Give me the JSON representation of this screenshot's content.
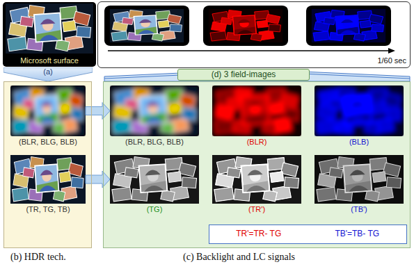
{
  "diagram": {
    "nodes": [
      {
        "text": [
          "Microsoft surface"
        ]
      },
      {
        "text": [
          "(a)"
        ]
      },
      {
        "text": [
          "(b) HDR tech."
        ]
      },
      {
        "text": [
          "(BLR, BLG, BLB)"
        ],
        "in": 2
      },
      {
        "text": [
          "(TR, TG, TB)"
        ],
        "in": 2
      },
      {
        "text": [
          "1/60 sec"
        ]
      },
      {
        "text": [
          "(d) 3 field-images"
        ]
      },
      {
        "text": [
          "(c) Backlight and LC signals"
        ]
      },
      {
        "text": [
          "(BLR, BLG, BLB)"
        ],
        "in": 7
      },
      {
        "text": [
          "(BLR)"
        ],
        "in": 7
      },
      {
        "text": [
          "(BLB)"
        ],
        "in": 7
      },
      {
        "text": [
          "(TG)"
        ],
        "in": 7
      },
      {
        "text": [
          "(TR')"
        ],
        "in": 7
      },
      {
        "text": [
          "(TB')"
        ],
        "in": 7
      },
      {
        "text": [
          "TR'=TR- TG",
          "TB'=TB- TG"
        ],
        "in": 7
      }
    ],
    "edges": [
      {
        "from": 3,
        "to": 8,
        "arrow": "to"
      },
      {
        "from": 4,
        "to": 11,
        "arrow": "to"
      }
    ]
  }
}
